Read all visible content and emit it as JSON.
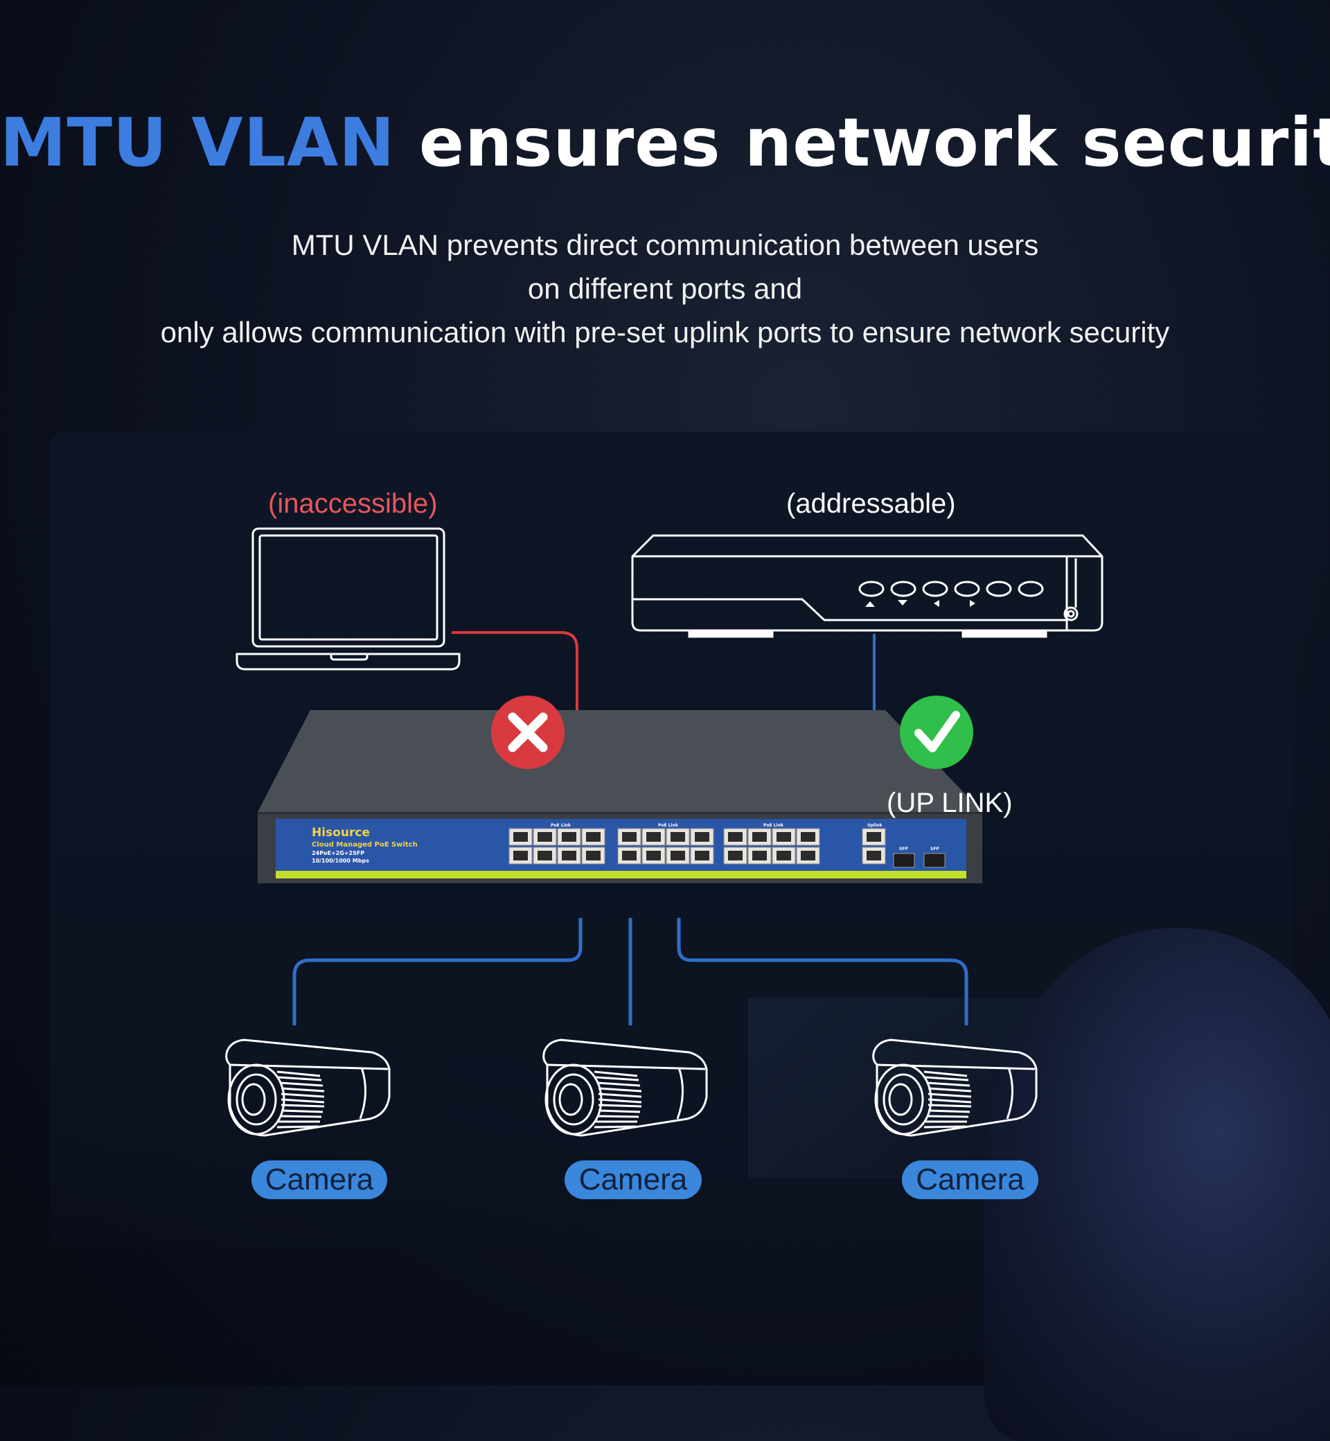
{
  "headline": {
    "accent": "MTU VLAN",
    "rest": " ensures network security"
  },
  "subtitle": [
    "MTU VLAN prevents direct communication between users",
    "on different ports and",
    "only allows communication with pre-set uplink ports to ensure network security"
  ],
  "labels": {
    "inaccessible": "(inaccessible)",
    "addressable": "(addressable)",
    "uplink": "(UP LINK)"
  },
  "cameras": [
    "Camera",
    "Camera",
    "Camera"
  ],
  "switch": {
    "brand": "Hisource",
    "model": "Cloud Managed PoE Switch",
    "ports": "24PoE+2G+2SFP",
    "speed": "10/100/1000 Mbps",
    "group_labels": [
      "PoE Link",
      "PoE Link",
      "PoE Link",
      "Uplink",
      "SFP",
      "SFP"
    ]
  },
  "colors": {
    "accent": "#3d7de0",
    "denied": "#d93a3f",
    "allowed": "#2fbf4a",
    "link_blue": "#2f6fc9",
    "pill": "#3a87dc",
    "switch_face": "#2a56a8",
    "switch_stripe": "#c3e02a"
  },
  "icons": [
    "laptop-icon",
    "nvr-recorder-icon",
    "poe-switch-icon",
    "cross-icon",
    "check-icon",
    "bullet-camera-icon"
  ]
}
